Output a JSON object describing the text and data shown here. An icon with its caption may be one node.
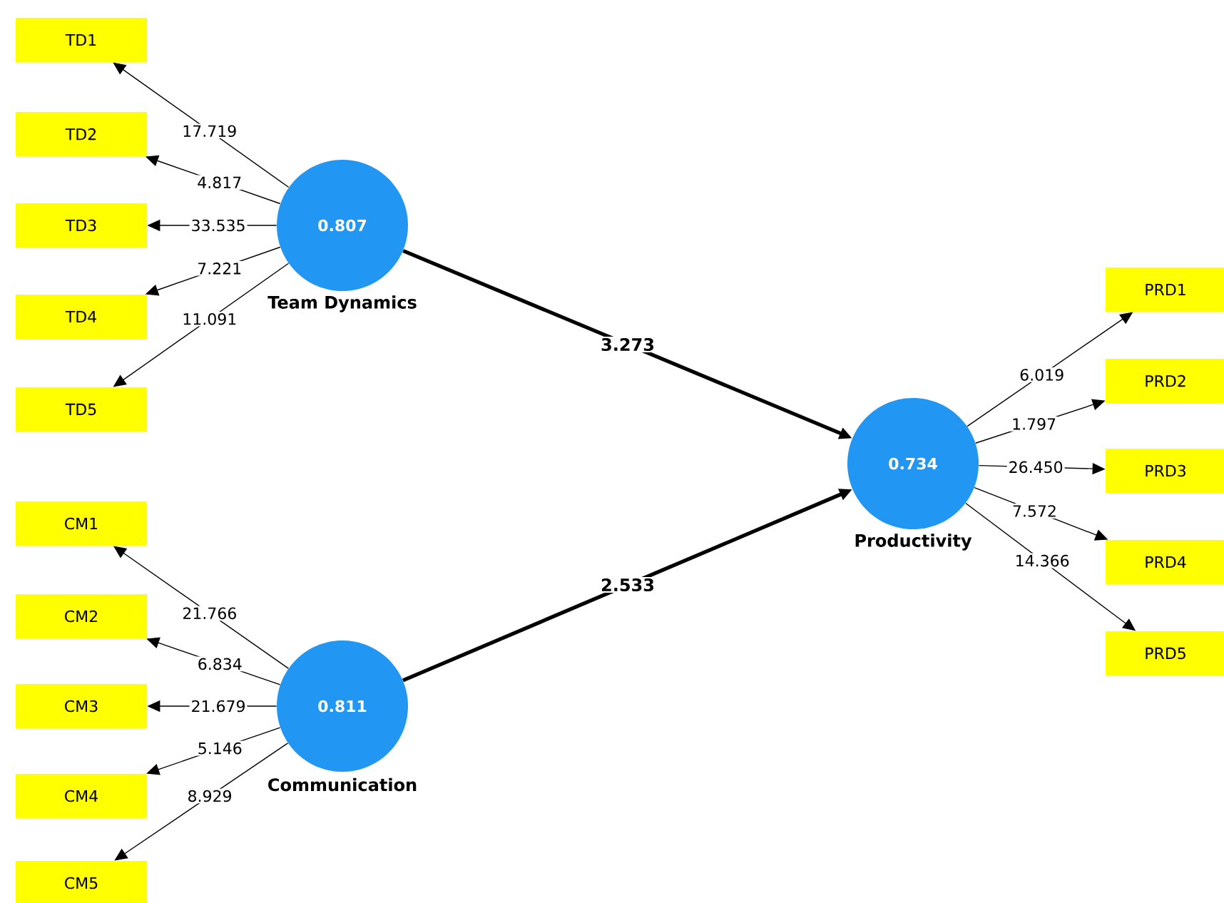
{
  "diagram": {
    "nodes": [
      {
        "text": [
          "0.807"
        ],
        "beside": [
          "Team Dynamics"
        ]
      },
      {
        "text": [
          "TD1"
        ]
      },
      {
        "text": [
          "TD2"
        ]
      },
      {
        "text": [
          "TD3"
        ]
      },
      {
        "text": [
          "TD4"
        ]
      },
      {
        "text": [
          "TD5"
        ]
      },
      {
        "text": [
          "0.811"
        ],
        "beside": [
          "Communication"
        ]
      },
      {
        "text": [
          "CM1"
        ]
      },
      {
        "text": [
          "CM2"
        ]
      },
      {
        "text": [
          "CM3"
        ]
      },
      {
        "text": [
          "CM4"
        ]
      },
      {
        "text": [
          "CM5"
        ]
      },
      {
        "text": [
          "0.734"
        ],
        "beside": [
          "Productivity"
        ]
      },
      {
        "text": [
          "PRD1"
        ]
      },
      {
        "text": [
          "PRD2"
        ]
      },
      {
        "text": [
          "PRD3"
        ]
      },
      {
        "text": [
          "PRD4"
        ]
      },
      {
        "text": [
          "PRD5"
        ]
      }
    ],
    "edges": [
      {
        "from": 0,
        "to": 1,
        "arrow": "to",
        "label": "17.719"
      },
      {
        "from": 0,
        "to": 2,
        "arrow": "to",
        "label": "4.817"
      },
      {
        "from": 0,
        "to": 3,
        "arrow": "to",
        "label": "33.535"
      },
      {
        "from": 0,
        "to": 4,
        "arrow": "to",
        "label": "7.221"
      },
      {
        "from": 0,
        "to": 5,
        "arrow": "to",
        "label": "11.091"
      },
      {
        "from": 6,
        "to": 7,
        "arrow": "to",
        "label": "21.766"
      },
      {
        "from": 6,
        "to": 8,
        "arrow": "to",
        "label": "6.834"
      },
      {
        "from": 6,
        "to": 9,
        "arrow": "to",
        "label": "21.679"
      },
      {
        "from": 6,
        "to": 10,
        "arrow": "to",
        "label": "5.146"
      },
      {
        "from": 6,
        "to": 11,
        "arrow": "to",
        "label": "8.929"
      },
      {
        "from": 0,
        "to": 12,
        "arrow": "to",
        "label": "3.273",
        "style": "thick"
      },
      {
        "from": 6,
        "to": 12,
        "arrow": "to",
        "label": "2.533",
        "style": "thick"
      },
      {
        "from": 12,
        "to": 13,
        "arrow": "to",
        "label": "6.019"
      },
      {
        "from": 12,
        "to": 14,
        "arrow": "to",
        "label": "1.797"
      },
      {
        "from": 12,
        "to": 15,
        "arrow": "to",
        "label": "26.450"
      },
      {
        "from": 12,
        "to": 16,
        "arrow": "to",
        "label": "7.572"
      },
      {
        "from": 12,
        "to": 17,
        "arrow": "to",
        "label": "14.366"
      }
    ]
  }
}
